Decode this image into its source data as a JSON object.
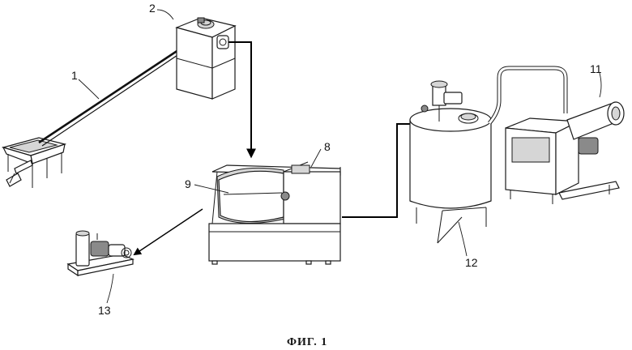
{
  "caption": "ФИГ. 1",
  "reference_numerals": {
    "screw_conveyor": "1",
    "hopper_unit": "2",
    "mixer_housing": "8",
    "mixer_bowl": "9",
    "extruder": "11",
    "tank": "12",
    "pump_unit": "13"
  },
  "colors": {
    "line": "#1a1a1a",
    "shading": "#d6d6d6",
    "background": "#ffffff"
  }
}
